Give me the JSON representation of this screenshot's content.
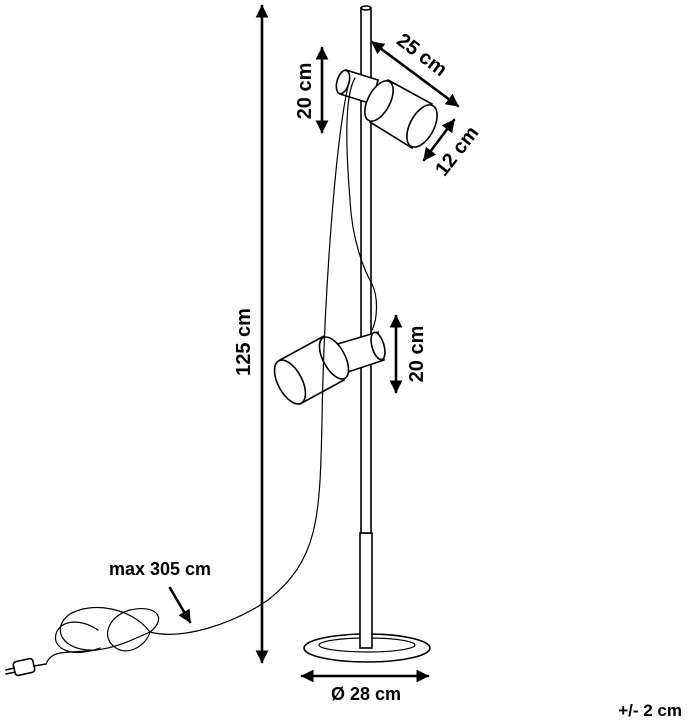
{
  "dimensions": {
    "height": "125 cm",
    "head_length": "25 cm",
    "head_diameter": "12 cm",
    "upper_arm_height": "20 cm",
    "lower_arm_height": "20 cm",
    "cable_length": "max 305 cm",
    "base_diameter": "Ø 28 cm",
    "tolerance": "+/- 2 cm"
  },
  "colors": {
    "line": "#000000",
    "background": "#ffffff"
  }
}
